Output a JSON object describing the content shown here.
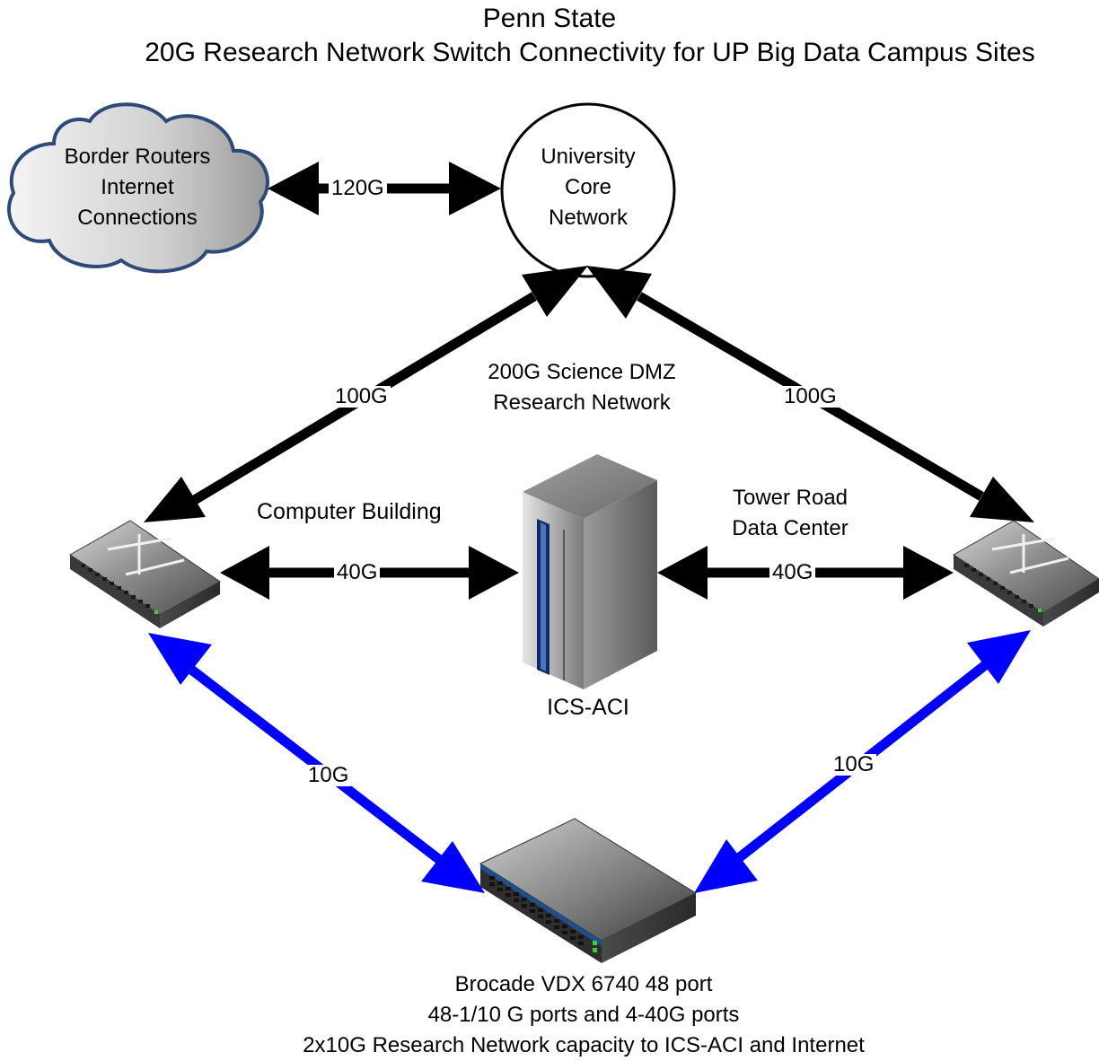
{
  "title": {
    "line1": "Penn State",
    "line2": "20G Research Network Switch Connectivity for UP Big Data Campus Sites"
  },
  "nodes": {
    "border_routers": {
      "line1": "Border Routers",
      "line2": "Internet",
      "line3": "Connections"
    },
    "core": {
      "line1": "University",
      "line2": "Core",
      "line3": "Network"
    },
    "science_dmz": {
      "line1": "200G Science DMZ",
      "line2": "Research Network"
    },
    "computer_building": "Computer Building",
    "tower_road": {
      "line1": "Tower Road",
      "line2": "Data Center"
    },
    "ics_aci": "ICS-ACI",
    "brocade": {
      "line1": "Brocade VDX 6740 48 port",
      "line2": "48-1/10 G ports and 4-40G ports",
      "line3": "2x10G Research Network capacity to ICS-ACI and Internet"
    }
  },
  "links": {
    "border_core": "120G",
    "core_left": "100G",
    "core_right": "100G",
    "left_ics": "40G",
    "right_ics": "40G",
    "left_brocade": "10G",
    "right_brocade": "10G"
  },
  "colors": {
    "black_link": "#000000",
    "blue_link": "#0000ff",
    "cloud_outline": "#2e4a78",
    "switch_body": "#555555",
    "brocade_stripe": "#1f4e8c"
  }
}
